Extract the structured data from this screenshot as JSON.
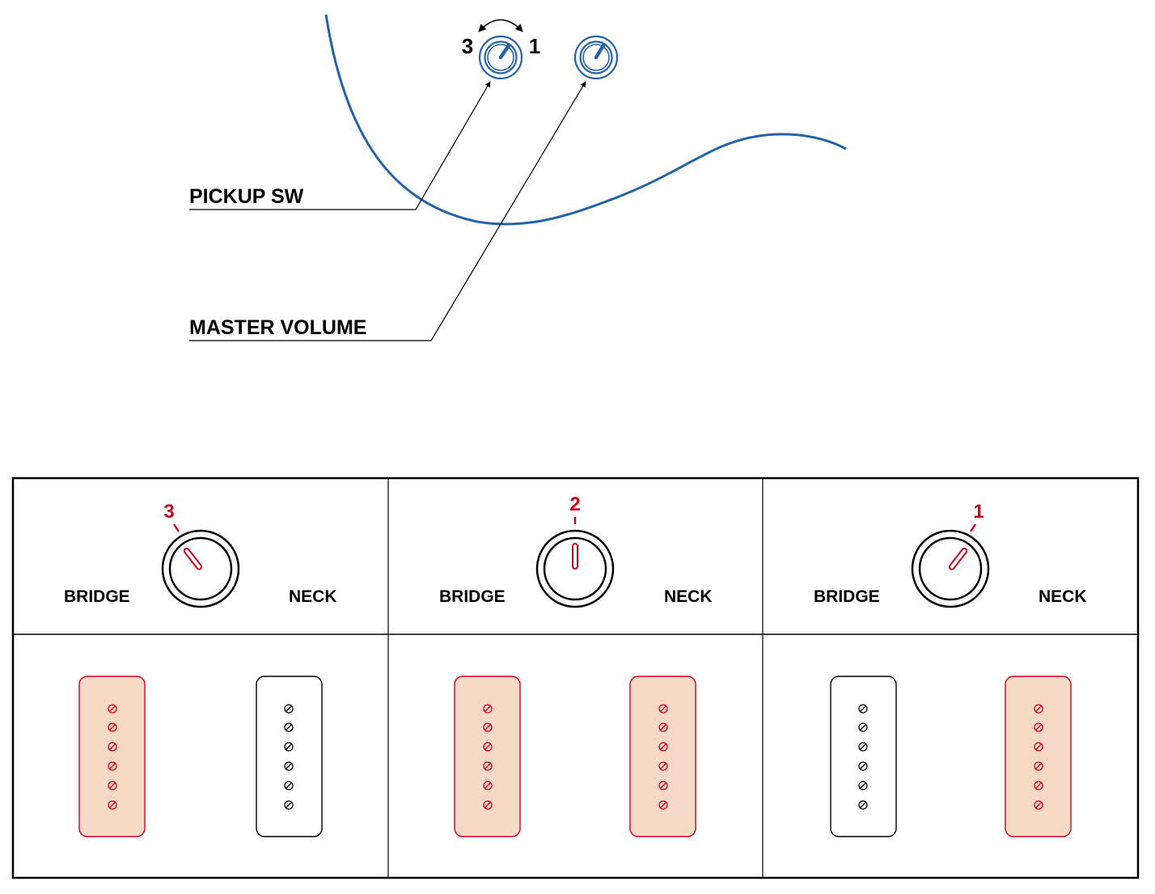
{
  "colors": {
    "body_outline": "#2563a8",
    "knob_blue": "#2563a8",
    "active_red": "#d0021b",
    "active_fill": "#f8d9c8",
    "line_black": "#000000"
  },
  "controls": {
    "pickup_sw_label": "PICKUP SW",
    "master_volume_label": "MASTER VOLUME",
    "rotation_left_number": "3",
    "rotation_right_number": "1"
  },
  "table": {
    "positions": [
      {
        "number": "3",
        "left_label": "BRIDGE",
        "right_label": "NECK",
        "bridge_active": true,
        "neck_active": false
      },
      {
        "number": "2",
        "left_label": "BRIDGE",
        "right_label": "NECK",
        "bridge_active": true,
        "neck_active": true
      },
      {
        "number": "1",
        "left_label": "BRIDGE",
        "right_label": "NECK",
        "bridge_active": false,
        "neck_active": true
      }
    ]
  }
}
